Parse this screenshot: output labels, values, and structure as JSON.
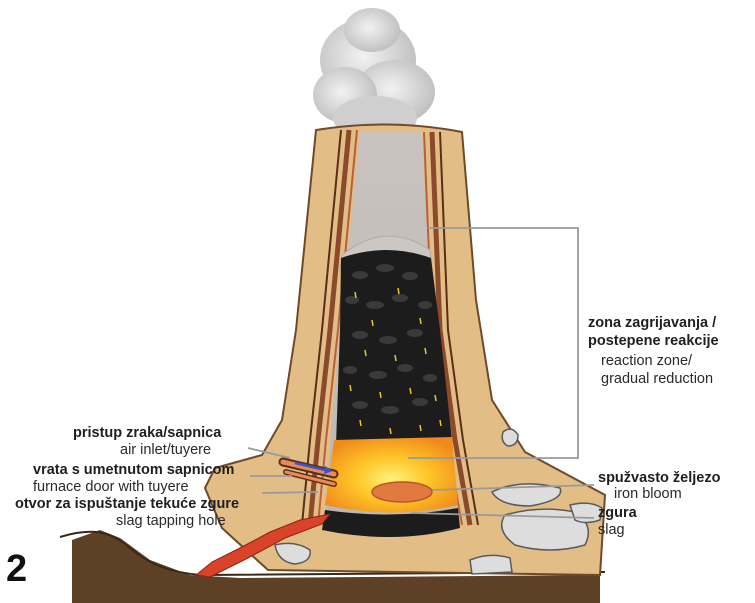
{
  "figure_number": "2",
  "labels": {
    "reaction_zone": {
      "hr": "zona zagrijavanja /",
      "hr2": "postepene reakcije",
      "en": "reaction zone/",
      "en2": "gradual reduction"
    },
    "air_inlet": {
      "hr": "pristup zraka/sapnica",
      "en": "air inlet/tuyere"
    },
    "furnace_door": {
      "hr": "vrata s umetnutom sapnicom",
      "en": "furnace door with tuyere"
    },
    "slag_hole": {
      "hr": "otvor za ispuštanje tekuće zgure",
      "en": "slag tapping hole"
    },
    "iron_bloom": {
      "hr": "spužvasto željezo",
      "en": "iron bloom"
    },
    "slag": {
      "hr": "zgura",
      "en": "slag"
    }
  },
  "colors": {
    "clay": "#e3bd86",
    "ground": "#5e4027",
    "wall_line": "#8b4a2a",
    "charcoal": "#1c1c1c",
    "fire": "#ffb820",
    "bloom": "#e07a40",
    "slag_flow": "#d8432a",
    "stone": "#dddddd",
    "smoke": "#d9d9d9"
  }
}
